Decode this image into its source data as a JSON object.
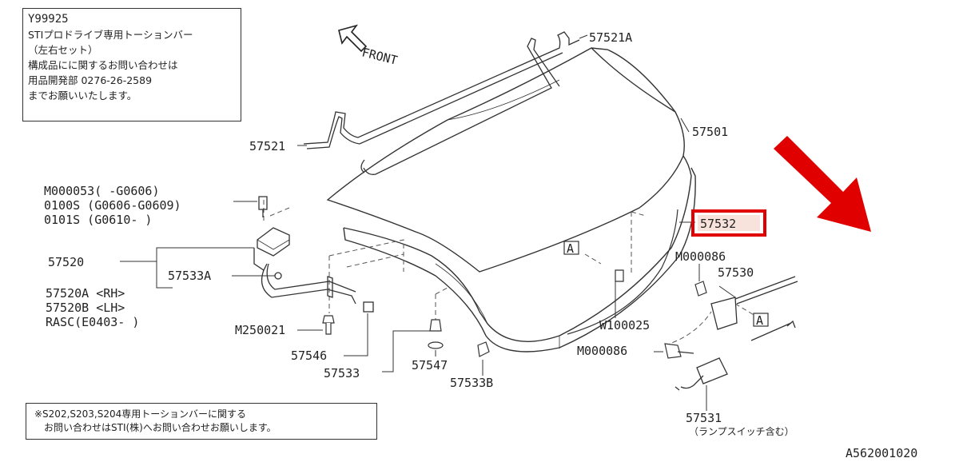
{
  "note_top": {
    "code": "Y99925",
    "line1": "STIプロドライブ専用トーションバー",
    "line2": "（左右セット）",
    "line3": "構成品にに関するお問い合わせは",
    "line4": "用品開発部 0276-26-2589",
    "line5": "までお願いいたします。"
  },
  "note_bottom": {
    "line1": "※S202,S203,S204専用トーションバーに関する",
    "line2": "お問い合わせはSTI(株)へお問い合わせお願いします。"
  },
  "front_label": "FRONT",
  "labels": {
    "p57521A": "57521A",
    "p57521": "57521",
    "p57501": "57501",
    "p57532": "57532",
    "m000053": "M000053(      -G0606)",
    "p0100s": "0100S  (G0606-G0609)",
    "p0101s": "0101S  (G0610-      )",
    "p57520": "57520",
    "p57533A": "57533A",
    "p57520A": "57520A <RH>",
    "p57520B": "57520B <LH>",
    "rasc": "RASC(E0403-      )",
    "m250021": "M250021",
    "p57546": "57546",
    "p57533": "57533",
    "p57547": "57547",
    "p57533B": "57533B",
    "w100025": "W100025",
    "m000086a": "M000086",
    "p57530": "57530",
    "m000086b": "M000086",
    "p57531": "57531",
    "p57531note": "（ランプスイッチ含む）",
    "boxA": "A",
    "ref": "A562001020"
  },
  "colors": {
    "highlight": "#e00000",
    "label_bg": "#ececec",
    "line": "#333333"
  }
}
